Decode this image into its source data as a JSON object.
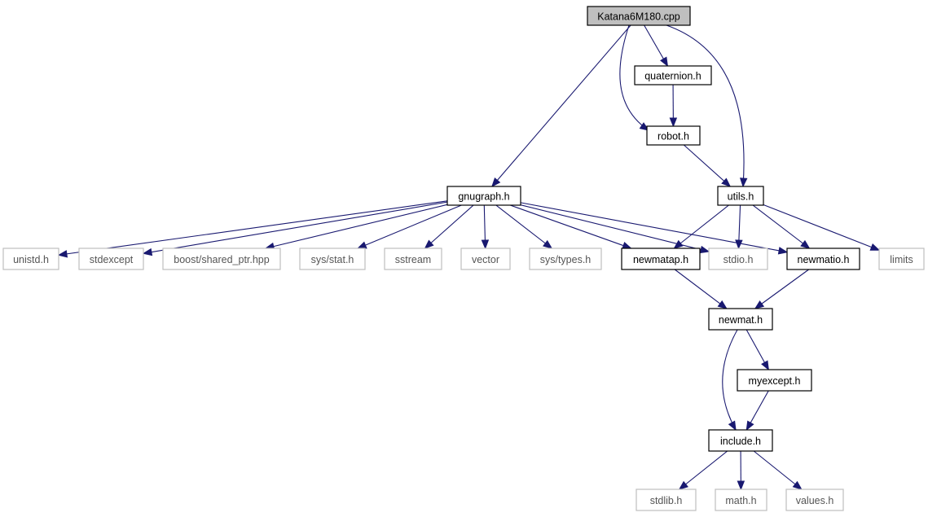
{
  "graph": {
    "edge_color": "#191970",
    "root_fill": "#bfbfbf",
    "faint_border": "#bfbfbf",
    "nodes": [
      {
        "id": "katana",
        "label": "Katana6M180.cpp",
        "style": "root"
      },
      {
        "id": "quaternion",
        "label": "quaternion.h",
        "style": "solid"
      },
      {
        "id": "robot",
        "label": "robot.h",
        "style": "solid"
      },
      {
        "id": "gnugraph",
        "label": "gnugraph.h",
        "style": "solid"
      },
      {
        "id": "utils",
        "label": "utils.h",
        "style": "solid"
      },
      {
        "id": "unistd",
        "label": "unistd.h",
        "style": "faint"
      },
      {
        "id": "stdexcept",
        "label": "stdexcept",
        "style": "faint"
      },
      {
        "id": "boost",
        "label": "boost/shared_ptr.hpp",
        "style": "faint"
      },
      {
        "id": "sysstat",
        "label": "sys/stat.h",
        "style": "faint"
      },
      {
        "id": "sstream",
        "label": "sstream",
        "style": "faint"
      },
      {
        "id": "vector",
        "label": "vector",
        "style": "faint"
      },
      {
        "id": "systypes",
        "label": "sys/types.h",
        "style": "faint"
      },
      {
        "id": "newmatap",
        "label": "newmatap.h",
        "style": "solid"
      },
      {
        "id": "stdio",
        "label": "stdio.h",
        "style": "faint"
      },
      {
        "id": "newmatio",
        "label": "newmatio.h",
        "style": "solid"
      },
      {
        "id": "limits",
        "label": "limits",
        "style": "faint"
      },
      {
        "id": "newmat",
        "label": "newmat.h",
        "style": "solid"
      },
      {
        "id": "myexcept",
        "label": "myexcept.h",
        "style": "solid"
      },
      {
        "id": "include",
        "label": "include.h",
        "style": "solid"
      },
      {
        "id": "stdlib",
        "label": "stdlib.h",
        "style": "faint"
      },
      {
        "id": "math",
        "label": "math.h",
        "style": "faint"
      },
      {
        "id": "values",
        "label": "values.h",
        "style": "faint"
      }
    ],
    "edges": [
      {
        "from": "katana",
        "to": "gnugraph"
      },
      {
        "from": "katana",
        "to": "robot"
      },
      {
        "from": "katana",
        "to": "quaternion"
      },
      {
        "from": "katana",
        "to": "utils"
      },
      {
        "from": "quaternion",
        "to": "robot"
      },
      {
        "from": "robot",
        "to": "utils"
      },
      {
        "from": "gnugraph",
        "to": "unistd"
      },
      {
        "from": "gnugraph",
        "to": "stdexcept"
      },
      {
        "from": "gnugraph",
        "to": "boost"
      },
      {
        "from": "gnugraph",
        "to": "sysstat"
      },
      {
        "from": "gnugraph",
        "to": "sstream"
      },
      {
        "from": "gnugraph",
        "to": "vector"
      },
      {
        "from": "gnugraph",
        "to": "systypes"
      },
      {
        "from": "gnugraph",
        "to": "newmatap"
      },
      {
        "from": "gnugraph",
        "to": "stdio"
      },
      {
        "from": "gnugraph",
        "to": "newmatio"
      },
      {
        "from": "utils",
        "to": "newmatap"
      },
      {
        "from": "utils",
        "to": "stdio"
      },
      {
        "from": "utils",
        "to": "newmatio"
      },
      {
        "from": "utils",
        "to": "limits"
      },
      {
        "from": "newmatap",
        "to": "newmat"
      },
      {
        "from": "newmatio",
        "to": "newmat"
      },
      {
        "from": "newmat",
        "to": "myexcept"
      },
      {
        "from": "newmat",
        "to": "include"
      },
      {
        "from": "myexcept",
        "to": "include"
      },
      {
        "from": "include",
        "to": "stdlib"
      },
      {
        "from": "include",
        "to": "math"
      },
      {
        "from": "include",
        "to": "values"
      }
    ]
  }
}
